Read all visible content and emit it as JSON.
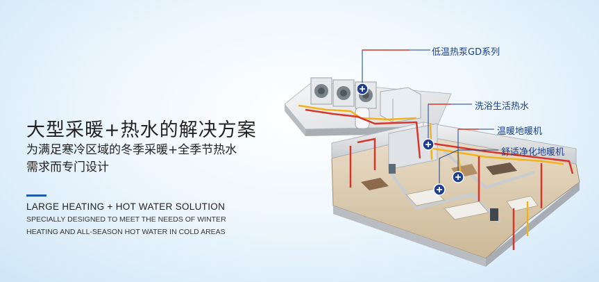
{
  "headline": {
    "title_cn": "大型采暖+热水的解决方案",
    "subtitle_cn_line1": "为满足寒冷区域的冬季采暖+全季节热水",
    "subtitle_cn_line2": "需求而专门设计",
    "title_en": "LARGE HEATING + HOT WATER SOLUTION",
    "subtitle_en_line1": "SPECIALLY DESIGNED TO MEET THE NEEDS OF WINTER",
    "subtitle_en_line2": "HEATING AND ALL-SEASON HOT WATER IN COLD AREAS"
  },
  "callouts": [
    {
      "label": "低温热泵GD系列"
    },
    {
      "label": "洗浴生活热水"
    },
    {
      "label": "温暖地暖机"
    },
    {
      "label": "舒适净化地暖机"
    }
  ],
  "colors": {
    "accent": "#1e5aa8",
    "hot_pipe": "#d8352a",
    "warm_pipe": "#f2b21c",
    "callout_text": "#1a3f8a"
  }
}
